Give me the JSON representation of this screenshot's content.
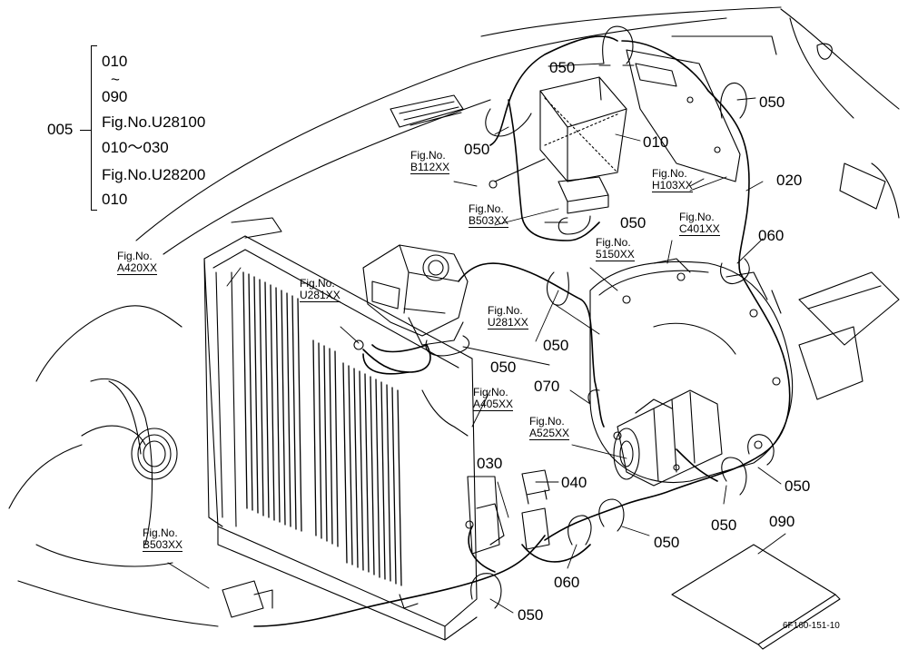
{
  "legend": {
    "parent": "005",
    "lines": [
      "010",
      "~",
      "090",
      "Fig.No.U28100",
      "010～030",
      "Fig.No.U28200",
      "010"
    ]
  },
  "callouts": {
    "c050_a": "050",
    "c050_b": "050",
    "c050_c": "050",
    "c010": "010",
    "c020": "020",
    "c050_d": "050",
    "c060_a": "060",
    "c050_e": "050",
    "c050_f": "050",
    "c070": "070",
    "c030": "030",
    "c040": "040",
    "c050_g": "050",
    "c050_h": "050",
    "c050_i": "050",
    "c060_b": "060",
    "c050_j": "050",
    "c090": "090"
  },
  "figrefs": {
    "b112": {
      "line1": "Fig.No.",
      "line2": "B112XX"
    },
    "b503_top": {
      "line1": "Fig.No.",
      "line2": "B503XX"
    },
    "h103": {
      "line1": "Fig.No.",
      "line2": "H103XX"
    },
    "c401": {
      "line1": "Fig.No.",
      "line2": "C401XX"
    },
    "s5150": {
      "line1": "Fig.No.",
      "line2": "5150XX"
    },
    "a420": {
      "line1": "Fig.No.",
      "line2": "A420XX"
    },
    "u281_left": {
      "line1": "Fig.No.",
      "line2": "U281XX"
    },
    "u281_right": {
      "line1": "Fig.No.",
      "line2": "U281XX"
    },
    "a405": {
      "line1": "Fig.No.",
      "line2": "A405XX"
    },
    "a525": {
      "line1": "Fig.No.",
      "line2": "A525XX"
    },
    "b503_bottom": {
      "line1": "Fig.No.",
      "line2": "B503XX"
    }
  },
  "drawing_code": "6F160-151-10"
}
